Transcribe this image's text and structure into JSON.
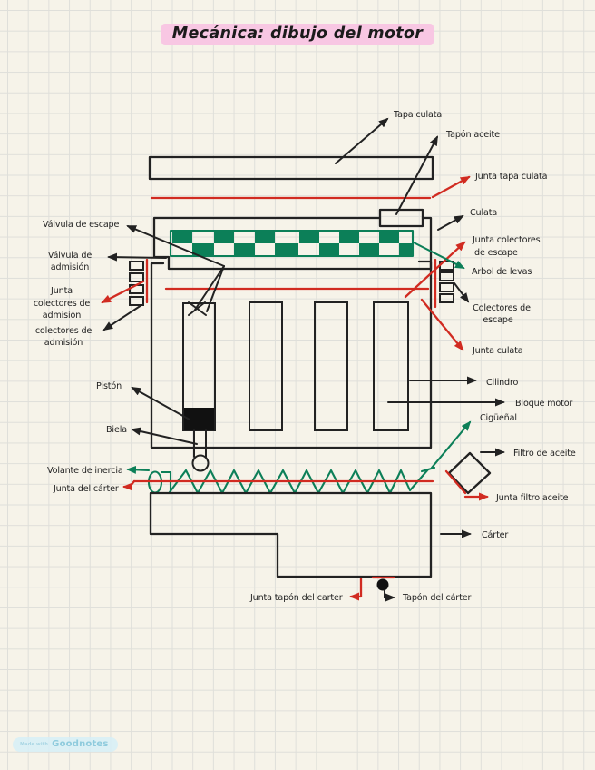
{
  "page": {
    "title": "Mecánica: dibujo del motor",
    "footer": {
      "made_with": "Made with",
      "brand": "Goodnotes"
    }
  },
  "colors": {
    "ink": "#1f1f1f",
    "red_gasket": "#d12b21",
    "green_teal": "#0c7f58",
    "title_highlight": "#f8c7e3",
    "paper": "#f6f3e9",
    "grid": "#dfdfda",
    "footer_blue": "#8fcbdd"
  },
  "diagram": {
    "labels": {
      "tapa_culata": "Tapa culata",
      "tapon_aceite": "Tapón aceite",
      "junta_tapa_culata": "Junta tapa culata",
      "culata": "Culata",
      "junta_colectores_escape_1": "Junta colectores",
      "junta_colectores_escape_2": "de escape",
      "arbol_de_levas": "Arbol de levas",
      "colectores_escape_1": "Colectores de",
      "colectores_escape_2": "escape",
      "junta_culata": "Junta culata",
      "cilindro": "Cilindro",
      "bloque_motor": "Bloque motor",
      "ciguenal": "Cigüeñal",
      "filtro_aceite": "Filtro de aceite",
      "junta_filtro_aceite": "Junta filtro aceite",
      "carter": "Cárter",
      "tapon_carter": "Tapón del cárter",
      "junta_tapon_carter": "Junta tapón del carter",
      "valvula_escape": "Válvula de escape",
      "valvula_admision_1": "Válvula de",
      "valvula_admision_2": "admisión",
      "junta_colectores_admision_1": "Junta",
      "junta_colectores_admision_2": "colectores de",
      "junta_colectores_admision_3": "admisión",
      "colectores_admision_1": "colectores  de",
      "colectores_admision_2": "admisión",
      "piston": "Pistón",
      "biela": "Biela",
      "volante_inercia": "Volante de inercia",
      "junta_carter": "Junta del cárter"
    }
  }
}
